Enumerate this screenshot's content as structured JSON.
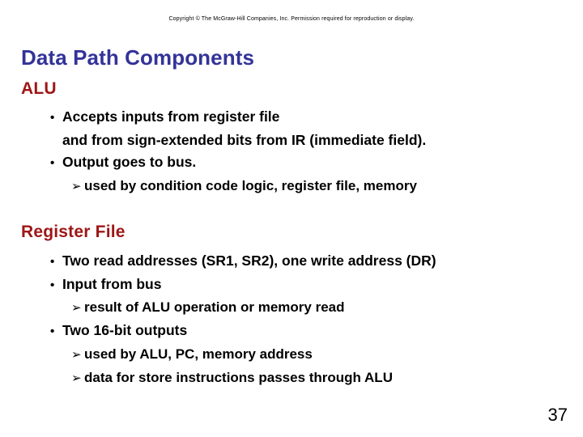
{
  "slide": {
    "copyright": "Copyright © The McGraw-Hill Companies, Inc.  Permission required for reproduction or display.",
    "title": "Data Path Components",
    "page_number": "37",
    "colors": {
      "title": "#333399",
      "heading": "#9E1616",
      "body": "#000000",
      "background": "#FFFFFF"
    },
    "markers": {
      "level1": "•",
      "level2": "➢"
    },
    "sections": [
      {
        "heading": "ALU",
        "bullets": [
          {
            "level": 1,
            "text": "Accepts inputs from register file",
            "continuation": "and from sign-extended bits from IR (immediate field)."
          },
          {
            "level": 1,
            "text": "Output goes to bus."
          },
          {
            "level": 2,
            "text": "used by condition code logic, register file, memory"
          }
        ]
      },
      {
        "heading": "Register File",
        "bullets": [
          {
            "level": 1,
            "text": "Two read addresses (SR1, SR2), one write address (DR)"
          },
          {
            "level": 1,
            "text": "Input from bus"
          },
          {
            "level": 2,
            "text": "result of ALU operation or memory read"
          },
          {
            "level": 1,
            "text": "Two 16-bit outputs"
          },
          {
            "level": 2,
            "text": "used by ALU, PC, memory address"
          },
          {
            "level": 2,
            "text": "data for store instructions passes through ALU"
          }
        ]
      }
    ]
  }
}
